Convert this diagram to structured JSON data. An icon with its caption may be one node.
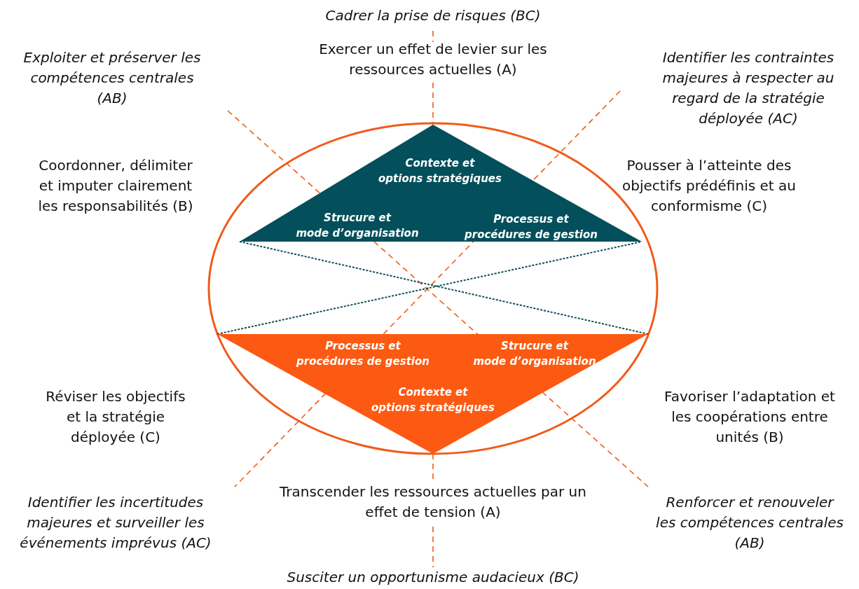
{
  "diagram": {
    "nodes": [
      {
        "text": [
          "Contexte et options stratégiques",
          "Strucure et mode d’organisation",
          "Processus et procédures de gestion"
        ]
      },
      {
        "text": [
          "Processus et procédures de gestion",
          "Strucure et mode d’organisation",
          "Contexte et options stratégiques"
        ]
      }
    ],
    "edges": [
      {
        "from": 0,
        "to": 1,
        "arrow": "none",
        "style": "dashed",
        "color": "#0d4f5a"
      },
      {
        "from": 1,
        "to": 0,
        "arrow": "none",
        "style": "dashed",
        "color": "#0d4f5a"
      }
    ],
    "labels": [
      "Cadrer la prise de risques (BC)",
      "Exploiter et préserver les compétences centrales (AB)",
      "Exercer un effet de levier sur les ressources actuelles (A)",
      "Identifier les contraintes majeures à respecter au regard de la stratégie déployée (AC)",
      "Coordonner, délimiter et imputer clairement les responsabilités (B)",
      "Pousser à l’atteinte des objectifs prédéfinis et au conformisme (C)",
      "Réviser les objectifs et la stratégie déployée (C)",
      "Favoriser l’adaptation et les coopérations entre unités (B)",
      "Identifier les incertitudes majeures et surveiller les événements imprévus (AC)",
      "Transcender les ressources actuelles par un effet de tension (A)",
      "Renforcer et renouveler les compétences centrales (AB)",
      "Susciter un opportunisme audacieux (BC)"
    ]
  }
}
